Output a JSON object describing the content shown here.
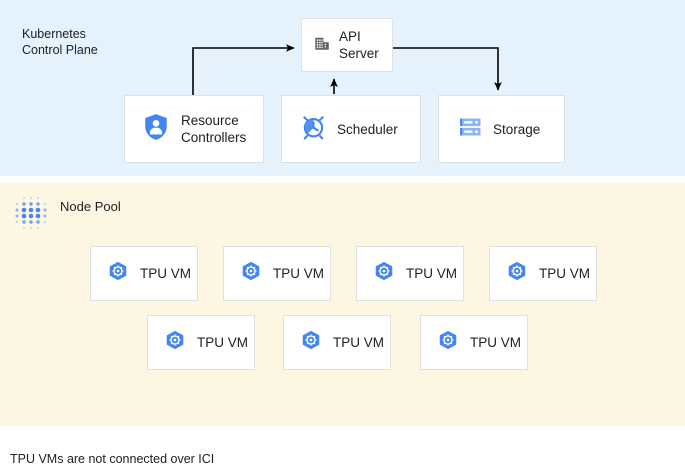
{
  "diagram": {
    "caption": "TPU VMs are not connected over ICI",
    "colors": {
      "control_plane_band": "#e3f2fd",
      "node_pool_band": "#fdf6e3",
      "accent_blue": "#4285f4",
      "icon_gray": "#5f6368",
      "card_background": "#ffffff",
      "card_border": "#e0e0e0",
      "text": "#202124",
      "connector": "#000000"
    }
  },
  "control_plane": {
    "title": "Kubernetes\nControl Plane",
    "nodes": [
      {
        "id": "api-server",
        "label": "API\nServer",
        "icon": "building-icon"
      },
      {
        "id": "resource-controllers",
        "label": "Resource\nControllers",
        "icon": "shield-user-icon"
      },
      {
        "id": "scheduler",
        "label": "Scheduler",
        "icon": "alarm-clock-icon"
      },
      {
        "id": "storage",
        "label": "Storage",
        "icon": "server-rack-icon"
      }
    ],
    "connections": [
      {
        "from": "resource-controllers",
        "to": "api-server",
        "direction": "to-api-server"
      },
      {
        "from": "scheduler",
        "to": "api-server",
        "direction": "to-api-server"
      },
      {
        "from": "api-server",
        "to": "storage",
        "direction": "to-storage"
      }
    ]
  },
  "node_pool": {
    "title": "Node Pool",
    "icon": "dot-cluster-icon",
    "rows": [
      {
        "vms": [
          {
            "label": "TPU VM",
            "icon": "hexagon-gear-icon"
          },
          {
            "label": "TPU VM",
            "icon": "hexagon-gear-icon"
          },
          {
            "label": "TPU VM",
            "icon": "hexagon-gear-icon"
          },
          {
            "label": "TPU VM",
            "icon": "hexagon-gear-icon"
          }
        ]
      },
      {
        "vms": [
          {
            "label": "TPU VM",
            "icon": "hexagon-gear-icon"
          },
          {
            "label": "TPU VM",
            "icon": "hexagon-gear-icon"
          },
          {
            "label": "TPU VM",
            "icon": "hexagon-gear-icon"
          }
        ]
      }
    ]
  }
}
